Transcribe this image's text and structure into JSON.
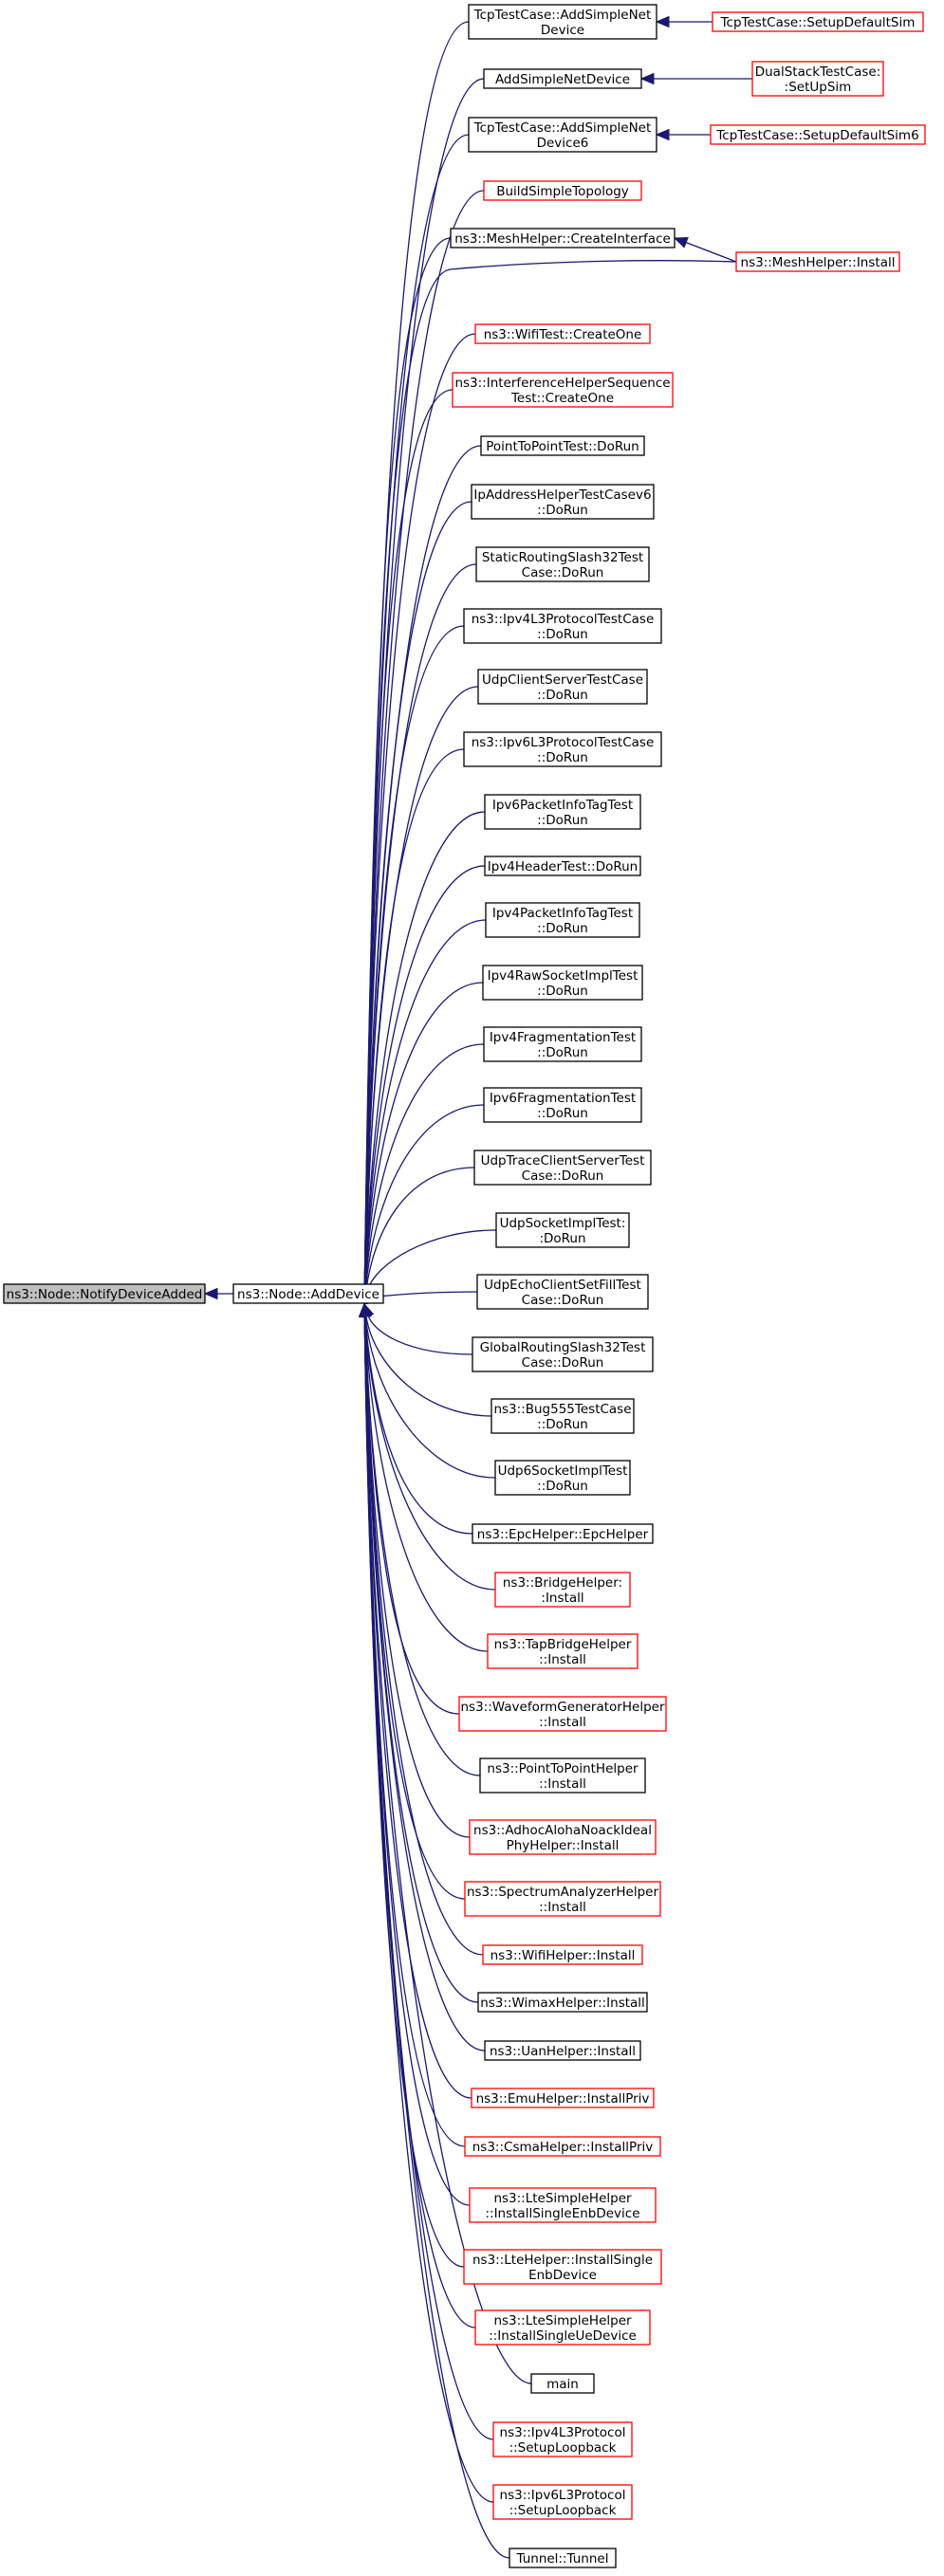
{
  "colors": {
    "edge": "#191970",
    "black_border": "#000000",
    "red_border": "#ff0000",
    "focus_fill": "#bfbfbf",
    "node_fill": "#ffffff"
  },
  "focus": {
    "id": "focus",
    "lines": [
      "ns3::Node::NotifyDeviceAdded"
    ]
  },
  "hub": {
    "id": "hub",
    "lines": [
      "ns3::Node::AddDevice"
    ]
  },
  "callers": [
    {
      "id": "c0",
      "lines": [
        "TcpTestCase::AddSimpleNet",
        "Device"
      ],
      "border": "black"
    },
    {
      "id": "c1",
      "lines": [
        "AddSimpleNetDevice"
      ],
      "border": "black"
    },
    {
      "id": "c2",
      "lines": [
        "TcpTestCase::AddSimpleNet",
        "Device6"
      ],
      "border": "black"
    },
    {
      "id": "c3",
      "lines": [
        "BuildSimpleTopology"
      ],
      "border": "red"
    },
    {
      "id": "c4",
      "lines": [
        "ns3::MeshHelper::CreateInterface"
      ],
      "border": "black"
    },
    {
      "id": "c5",
      "lines": [
        "ns3::WifiTest::CreateOne"
      ],
      "border": "red"
    },
    {
      "id": "c6",
      "lines": [
        "ns3::InterferenceHelperSequence",
        "Test::CreateOne"
      ],
      "border": "red"
    },
    {
      "id": "c7",
      "lines": [
        "PointToPointTest::DoRun"
      ],
      "border": "black"
    },
    {
      "id": "c8",
      "lines": [
        "IpAddressHelperTestCasev6",
        "::DoRun"
      ],
      "border": "black"
    },
    {
      "id": "c9",
      "lines": [
        "StaticRoutingSlash32Test",
        "Case::DoRun"
      ],
      "border": "black"
    },
    {
      "id": "c10",
      "lines": [
        "ns3::Ipv4L3ProtocolTestCase",
        "::DoRun"
      ],
      "border": "black"
    },
    {
      "id": "c11",
      "lines": [
        "UdpClientServerTestCase",
        "::DoRun"
      ],
      "border": "black"
    },
    {
      "id": "c12",
      "lines": [
        "ns3::Ipv6L3ProtocolTestCase",
        "::DoRun"
      ],
      "border": "black"
    },
    {
      "id": "c13",
      "lines": [
        "Ipv6PacketInfoTagTest",
        "::DoRun"
      ],
      "border": "black"
    },
    {
      "id": "c14",
      "lines": [
        "Ipv4HeaderTest::DoRun"
      ],
      "border": "black"
    },
    {
      "id": "c15",
      "lines": [
        "Ipv4PacketInfoTagTest",
        "::DoRun"
      ],
      "border": "black"
    },
    {
      "id": "c16",
      "lines": [
        "Ipv4RawSocketImplTest",
        "::DoRun"
      ],
      "border": "black"
    },
    {
      "id": "c17",
      "lines": [
        "Ipv4FragmentationTest",
        "::DoRun"
      ],
      "border": "black"
    },
    {
      "id": "c18",
      "lines": [
        "Ipv6FragmentationTest",
        "::DoRun"
      ],
      "border": "black"
    },
    {
      "id": "c19",
      "lines": [
        "UdpTraceClientServerTest",
        "Case::DoRun"
      ],
      "border": "black"
    },
    {
      "id": "c20",
      "lines": [
        "UdpSocketImplTest:",
        ":DoRun"
      ],
      "border": "black"
    },
    {
      "id": "c21",
      "lines": [
        "UdpEchoClientSetFillTest",
        "Case::DoRun"
      ],
      "border": "black"
    },
    {
      "id": "c22",
      "lines": [
        "GlobalRoutingSlash32Test",
        "Case::DoRun"
      ],
      "border": "black"
    },
    {
      "id": "c23",
      "lines": [
        "ns3::Bug555TestCase",
        "::DoRun"
      ],
      "border": "black"
    },
    {
      "id": "c24",
      "lines": [
        "Udp6SocketImplTest",
        "::DoRun"
      ],
      "border": "black"
    },
    {
      "id": "c25",
      "lines": [
        "ns3::EpcHelper::EpcHelper"
      ],
      "border": "black"
    },
    {
      "id": "c26",
      "lines": [
        "ns3::BridgeHelper:",
        ":Install"
      ],
      "border": "red"
    },
    {
      "id": "c27",
      "lines": [
        "ns3::TapBridgeHelper",
        "::Install"
      ],
      "border": "red"
    },
    {
      "id": "c28",
      "lines": [
        "ns3::WaveformGeneratorHelper",
        "::Install"
      ],
      "border": "red"
    },
    {
      "id": "c29",
      "lines": [
        "ns3::PointToPointHelper",
        "::Install"
      ],
      "border": "black"
    },
    {
      "id": "c30",
      "lines": [
        "ns3::AdhocAlohaNoackIdeal",
        "PhyHelper::Install"
      ],
      "border": "red"
    },
    {
      "id": "c31",
      "lines": [
        "ns3::SpectrumAnalyzerHelper",
        "::Install"
      ],
      "border": "red"
    },
    {
      "id": "c32",
      "lines": [
        "ns3::WifiHelper::Install"
      ],
      "border": "red"
    },
    {
      "id": "c33",
      "lines": [
        "ns3::WimaxHelper::Install"
      ],
      "border": "black"
    },
    {
      "id": "c34",
      "lines": [
        "ns3::UanHelper::Install"
      ],
      "border": "black"
    },
    {
      "id": "c35",
      "lines": [
        "ns3::EmuHelper::InstallPriv"
      ],
      "border": "red"
    },
    {
      "id": "c36",
      "lines": [
        "ns3::CsmaHelper::InstallPriv"
      ],
      "border": "red"
    },
    {
      "id": "c37",
      "lines": [
        "ns3::LteSimpleHelper",
        "::InstallSingleEnbDevice"
      ],
      "border": "red"
    },
    {
      "id": "c38",
      "lines": [
        "ns3::LteHelper::InstallSingle",
        "EnbDevice"
      ],
      "border": "red"
    },
    {
      "id": "c39",
      "lines": [
        "ns3::LteSimpleHelper",
        "::InstallSingleUeDevice"
      ],
      "border": "red"
    },
    {
      "id": "c40",
      "lines": [
        "main"
      ],
      "border": "black"
    },
    {
      "id": "c41",
      "lines": [
        "ns3::Ipv4L3Protocol",
        "::SetupLoopback"
      ],
      "border": "red"
    },
    {
      "id": "c42",
      "lines": [
        "ns3::Ipv6L3Protocol",
        "::SetupLoopback"
      ],
      "border": "red"
    },
    {
      "id": "c43",
      "lines": [
        "Tunnel::Tunnel"
      ],
      "border": "black"
    }
  ],
  "outer": [
    {
      "id": "o0",
      "lines": [
        "TcpTestCase::SetupDefaultSim"
      ],
      "border": "red"
    },
    {
      "id": "o1",
      "lines": [
        "DualStackTestCase:",
        ":SetUpSim"
      ],
      "border": "red"
    },
    {
      "id": "o2",
      "lines": [
        "TcpTestCase::SetupDefaultSim6"
      ],
      "border": "red"
    },
    {
      "id": "o3",
      "lines": [
        "ns3::MeshHelper::Install"
      ],
      "border": "red"
    }
  ],
  "edges": [
    {
      "from": "hub",
      "to": "focus"
    },
    {
      "from": "c0",
      "to": "hub"
    },
    {
      "from": "c1",
      "to": "hub"
    },
    {
      "from": "c2",
      "to": "hub"
    },
    {
      "from": "c3",
      "to": "hub"
    },
    {
      "from": "c4",
      "to": "hub"
    },
    {
      "from": "o3",
      "to": "hub"
    },
    {
      "from": "c5",
      "to": "hub"
    },
    {
      "from": "c6",
      "to": "hub"
    },
    {
      "from": "c7",
      "to": "hub"
    },
    {
      "from": "c8",
      "to": "hub"
    },
    {
      "from": "c9",
      "to": "hub"
    },
    {
      "from": "c10",
      "to": "hub"
    },
    {
      "from": "c11",
      "to": "hub"
    },
    {
      "from": "c12",
      "to": "hub"
    },
    {
      "from": "c13",
      "to": "hub"
    },
    {
      "from": "c14",
      "to": "hub"
    },
    {
      "from": "c15",
      "to": "hub"
    },
    {
      "from": "c16",
      "to": "hub"
    },
    {
      "from": "c17",
      "to": "hub"
    },
    {
      "from": "c18",
      "to": "hub"
    },
    {
      "from": "c19",
      "to": "hub"
    },
    {
      "from": "c20",
      "to": "hub"
    },
    {
      "from": "c21",
      "to": "hub"
    },
    {
      "from": "c22",
      "to": "hub"
    },
    {
      "from": "c23",
      "to": "hub"
    },
    {
      "from": "c24",
      "to": "hub"
    },
    {
      "from": "c25",
      "to": "hub"
    },
    {
      "from": "c26",
      "to": "hub"
    },
    {
      "from": "c27",
      "to": "hub"
    },
    {
      "from": "c28",
      "to": "hub"
    },
    {
      "from": "c29",
      "to": "hub"
    },
    {
      "from": "c30",
      "to": "hub"
    },
    {
      "from": "c31",
      "to": "hub"
    },
    {
      "from": "c32",
      "to": "hub"
    },
    {
      "from": "c33",
      "to": "hub"
    },
    {
      "from": "c34",
      "to": "hub"
    },
    {
      "from": "c35",
      "to": "hub"
    },
    {
      "from": "c36",
      "to": "hub"
    },
    {
      "from": "c37",
      "to": "hub"
    },
    {
      "from": "c38",
      "to": "hub"
    },
    {
      "from": "c39",
      "to": "hub"
    },
    {
      "from": "c40",
      "to": "hub"
    },
    {
      "from": "c41",
      "to": "hub"
    },
    {
      "from": "c42",
      "to": "hub"
    },
    {
      "from": "c43",
      "to": "hub"
    },
    {
      "from": "o0",
      "to": "c0"
    },
    {
      "from": "o1",
      "to": "c1"
    },
    {
      "from": "o2",
      "to": "c2"
    },
    {
      "from": "o3",
      "to": "c4"
    }
  ]
}
